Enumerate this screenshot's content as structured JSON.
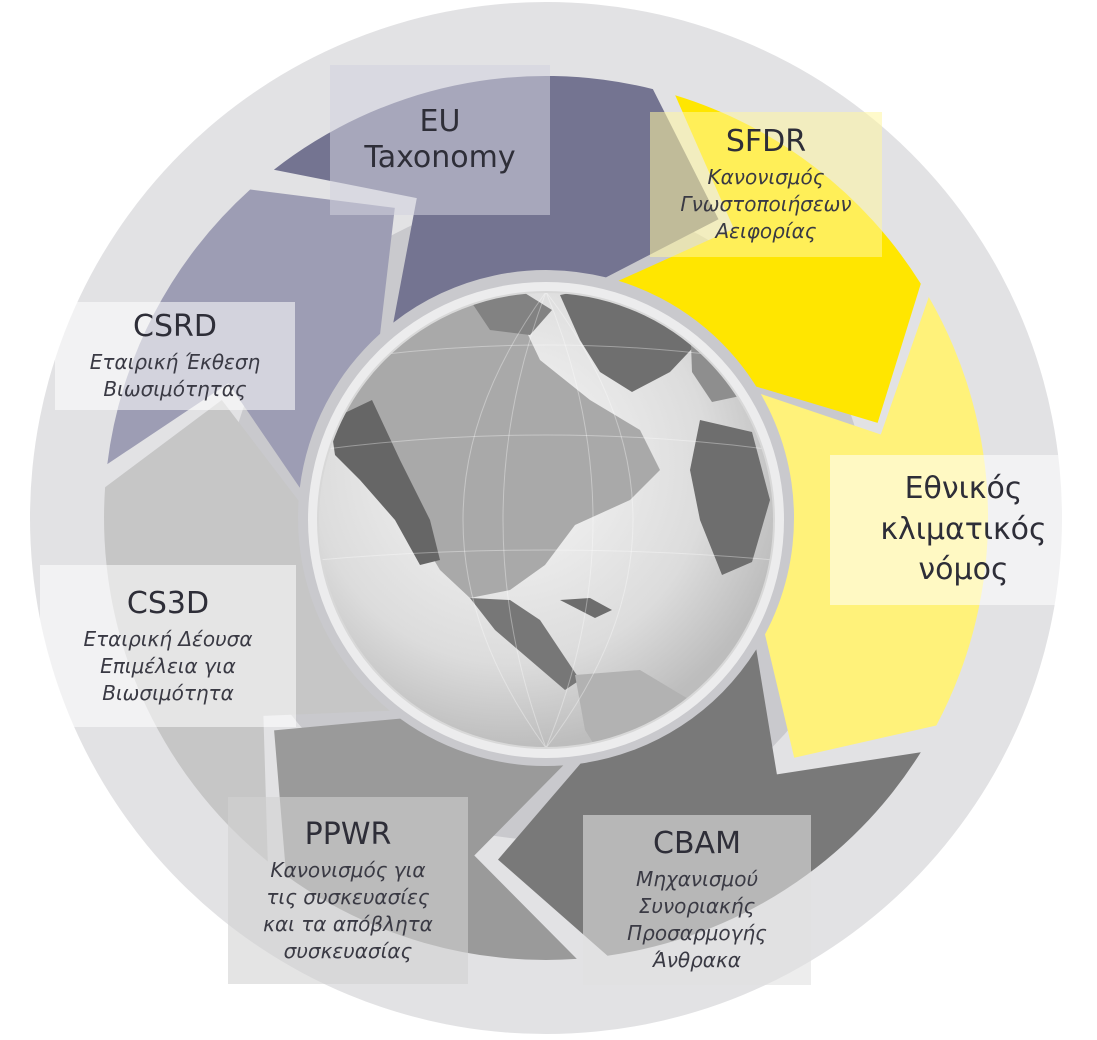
{
  "colors": {
    "outer_ring": "#e2e2e4",
    "inner_ring": "#c8c8cc",
    "eu_taxonomy": "#747491",
    "csrd": "#9d9db4",
    "sfdr": "#ffe600",
    "national_law": "#fff27a",
    "cbam": "#797979",
    "ppwr": "#9a9a9a",
    "cs3d": "#c6c6c6"
  },
  "cycle": [
    {
      "key": "eu_taxonomy",
      "title": "EU\nTaxonomy",
      "subtitle": ""
    },
    {
      "key": "sfdr",
      "title": "SFDR",
      "subtitle": "Κανονισμός\nΓνωστοποιήσεων\nΑειφορίας"
    },
    {
      "key": "national_law",
      "title": "Εθνικός\nκλιματικός\nνόμος",
      "subtitle": ""
    },
    {
      "key": "cbam",
      "title": "CBAM",
      "subtitle": "Μηχανισμού\nΣυνοριακής\nΠροσαρμογής\nΆνθρακα"
    },
    {
      "key": "ppwr",
      "title": "PPWR",
      "subtitle": "Κανονισμός για\nτις συσκευασίες\nκαι τα απόβλητα\nσυσκευασίας"
    },
    {
      "key": "cs3d",
      "title": "CS3D",
      "subtitle": "Εταιρική Δέουσα\nΕπιμέλεια για\nΒιωσιμότητα"
    },
    {
      "key": "csrd",
      "title": "CSRD",
      "subtitle": "Εταιρική Έκθεση\nΒιωσιμότητας"
    }
  ],
  "center": {
    "icon": "globe-icon"
  }
}
